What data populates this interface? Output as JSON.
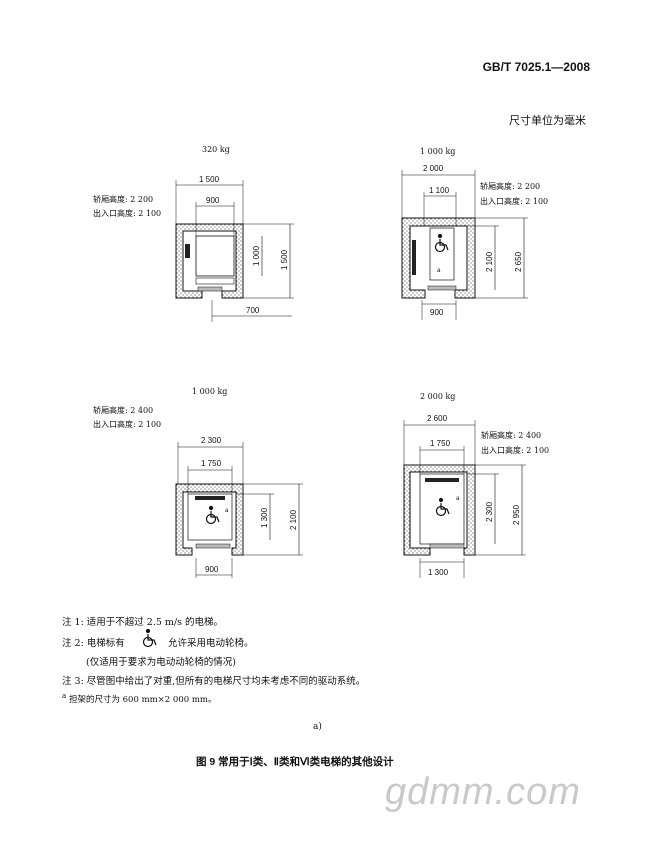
{
  "header": {
    "standard_no": "GB/T 7025.1—2008",
    "unit_note": "尺寸单位为毫米"
  },
  "diagrams": [
    {
      "capacity": "320 kg",
      "car_height": "轿厢高度:  2 200",
      "entrance_height": "出入口高度: 2 100",
      "dims": {
        "top_outer": "1 500",
        "top_inner": "900",
        "right_inner": "1 000",
        "right_outer": "1 500",
        "bottom": "700"
      }
    },
    {
      "capacity": "1 000 kg",
      "car_height": "轿厢高度:  2 200",
      "entrance_height": "出入口高度: 2 100",
      "dims": {
        "top_outer": "2 000",
        "top_inner": "1 100",
        "left": "2 100",
        "right": "2 650",
        "bottom": "900"
      },
      "marker": "a"
    },
    {
      "capacity": "1 000 kg",
      "car_height": "轿厢高度:  2 400",
      "entrance_height": "出入口高度: 2 100",
      "dims": {
        "top_outer": "2 300",
        "top_inner": "1 750",
        "right_inner": "1 300",
        "right_outer": "2 100",
        "bottom": "900"
      },
      "marker": "a"
    },
    {
      "capacity": "2 000 kg",
      "car_height": "轿厢高度:  2 400",
      "entrance_height": "出入口高度: 2 100",
      "dims": {
        "top_outer": "2 600",
        "top_inner": "1 750",
        "right_inner": "2 300",
        "right_outer": "2 950",
        "bottom": "1 300"
      },
      "marker": "a"
    }
  ],
  "notes": [
    "注 1: 适用于不超过 2.5 m/s 的电梯。",
    "注 2: 电梯标有",
    "允许采用电动轮椅。",
    "(仅适用于要求为电动动轮椅的情况)",
    "注 3: 尽管图中给出了对重,但所有的电梯尺寸均未考虑不同的驱动系统。",
    "担架的尺寸为 600 mm×2 000 mm。"
  ],
  "footnote_marker": "a",
  "sublabel": "a)",
  "caption": "图 9   常用于Ⅰ类、Ⅱ类和Ⅵ类电梯的其他设计",
  "watermark": "gdmm.com",
  "icons": [
    "wheelchair-icon"
  ]
}
